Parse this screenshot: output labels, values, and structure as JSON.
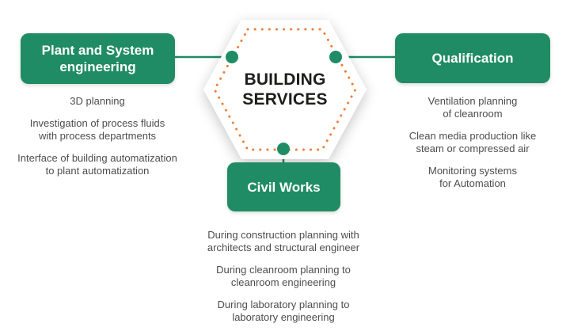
{
  "center": {
    "title": "BUILDING\nSERVICES"
  },
  "nodes": {
    "plant": {
      "label": "Plant and System\nengineering",
      "items": [
        "3D planning",
        "Investigation of process fluids\nwith process departments",
        "Interface of building automatization\nto plant automatization"
      ]
    },
    "qualification": {
      "label": "Qualification",
      "items": [
        "Ventilation planning\nof cleanroom",
        "Clean media production like\nsteam or compressed air",
        "Monitoring systems\nfor Automation"
      ]
    },
    "civil": {
      "label": "Civil Works",
      "items": [
        "During construction planning with\narchitects and structural engineer",
        "During cleanroom planning to\ncleanroom engineering",
        "During laboratory planning to\nlaboratory engineering"
      ]
    }
  },
  "colors": {
    "green": "#208c66",
    "orange_dots": "#ef7d35",
    "body_text": "#4d4d4d",
    "title_text": "#1d1d1b",
    "hexagon_fill": "#ffffff"
  }
}
